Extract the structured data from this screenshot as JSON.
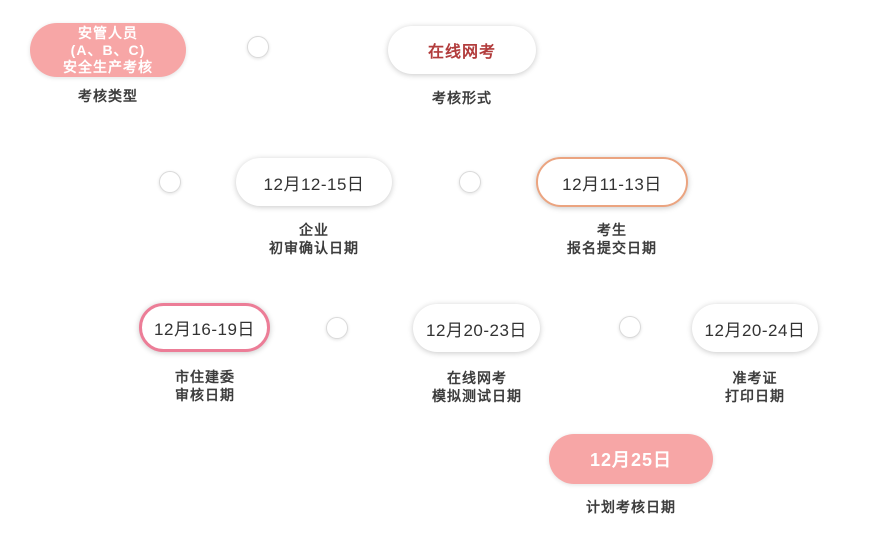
{
  "diagram": {
    "nodes": [
      {
        "pill": [
          "安管人员",
          "(A、B、C)",
          "安全生产考核"
        ],
        "label": [
          "考核类型"
        ]
      },
      {
        "pill": [
          "在线网考"
        ],
        "label": [
          "考核形式"
        ]
      },
      {
        "pill": [
          "12月12-15日"
        ],
        "label": [
          "企业",
          "初审确认日期"
        ]
      },
      {
        "pill": [
          "12月11-13日"
        ],
        "label": [
          "考生",
          "报名提交日期"
        ]
      },
      {
        "pill": [
          "12月16-19日"
        ],
        "label": [
          "市住建委",
          "审核日期"
        ]
      },
      {
        "pill": [
          "12月20-23日"
        ],
        "label": [
          "在线网考",
          "模拟测试日期"
        ]
      },
      {
        "pill": [
          "12月20-24日"
        ],
        "label": [
          "准考证",
          "打印日期"
        ]
      },
      {
        "pill": [
          "12月25日"
        ],
        "label": [
          "计划考核日期"
        ]
      }
    ],
    "colors": {
      "pink_fill": "#F7A6A6",
      "pink_border": "#EC7D97",
      "orange_border": "#EBA480",
      "red_text": "#B23C3C",
      "label_text": "#3D3D3D",
      "date_text": "#333333",
      "dot_fill": "#FFFFFF"
    }
  }
}
